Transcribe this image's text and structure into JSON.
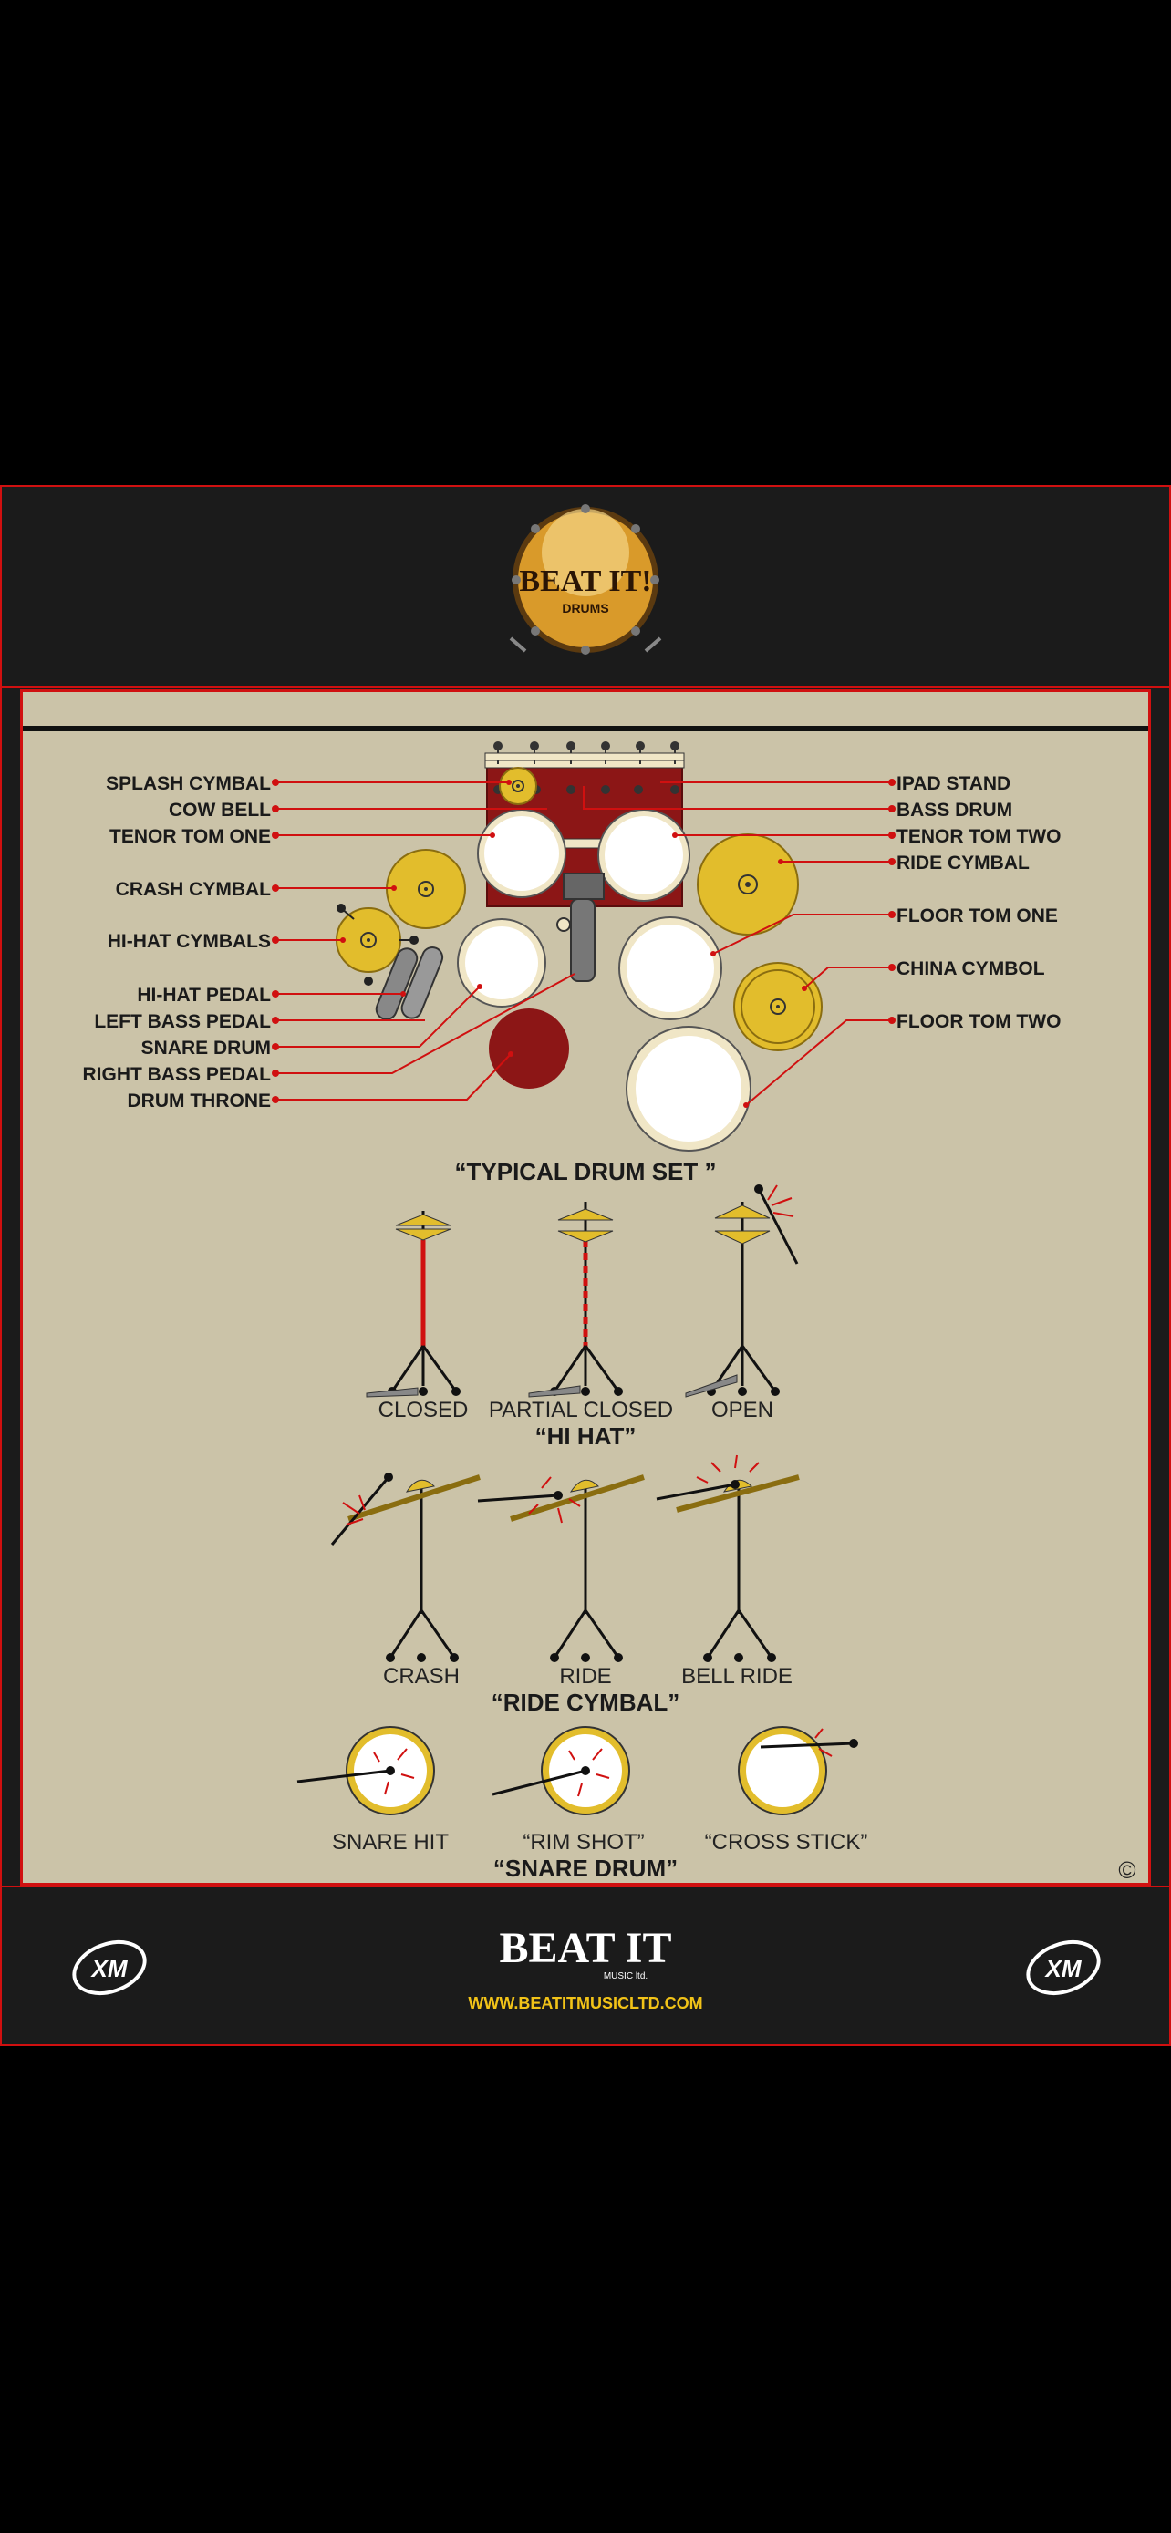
{
  "brand": {
    "logo_main": "BEAT IT!",
    "logo_sub": "DRUMS",
    "footer_logo": "BEAT IT",
    "footer_logo_sub": "MUSIC ltd.",
    "url": "WWW.BEATITMUSICLTD.COM",
    "corner_logo": "XM"
  },
  "colors": {
    "accent_red": "#d01010",
    "background": "#cbc3a8",
    "cymbal": "#e2bd2c"
  },
  "drum_set": {
    "title": "“TYPICAL DRUM SET ”",
    "left_labels": [
      "SPLASH CYMBAL",
      "COW BELL",
      "TENOR TOM ONE",
      "CRASH CYMBAL",
      "HI-HAT CYMBALS",
      "HI-HAT PEDAL",
      "LEFT BASS PEDAL",
      "SNARE DRUM",
      "RIGHT BASS PEDAL",
      "DRUM THRONE"
    ],
    "right_labels": [
      "IPAD STAND",
      "BASS DRUM",
      "TENOR TOM TWO",
      "RIDE CYMBAL",
      "FLOOR TOM ONE",
      "CHINA CYMBOL",
      "FLOOR TOM TWO"
    ]
  },
  "hi_hat": {
    "title": "“HI HAT”",
    "captions": [
      "CLOSED",
      "PARTIAL CLOSED",
      "OPEN"
    ]
  },
  "ride_cymbal": {
    "title": "“RIDE CYMBAL”",
    "captions": [
      "CRASH",
      "RIDE",
      "BELL RIDE"
    ]
  },
  "snare_drum": {
    "title": "“SNARE DRUM”",
    "captions": [
      "SNARE HIT",
      "“RIM SHOT”",
      "“CROSS STICK”"
    ]
  },
  "copyright": "©"
}
